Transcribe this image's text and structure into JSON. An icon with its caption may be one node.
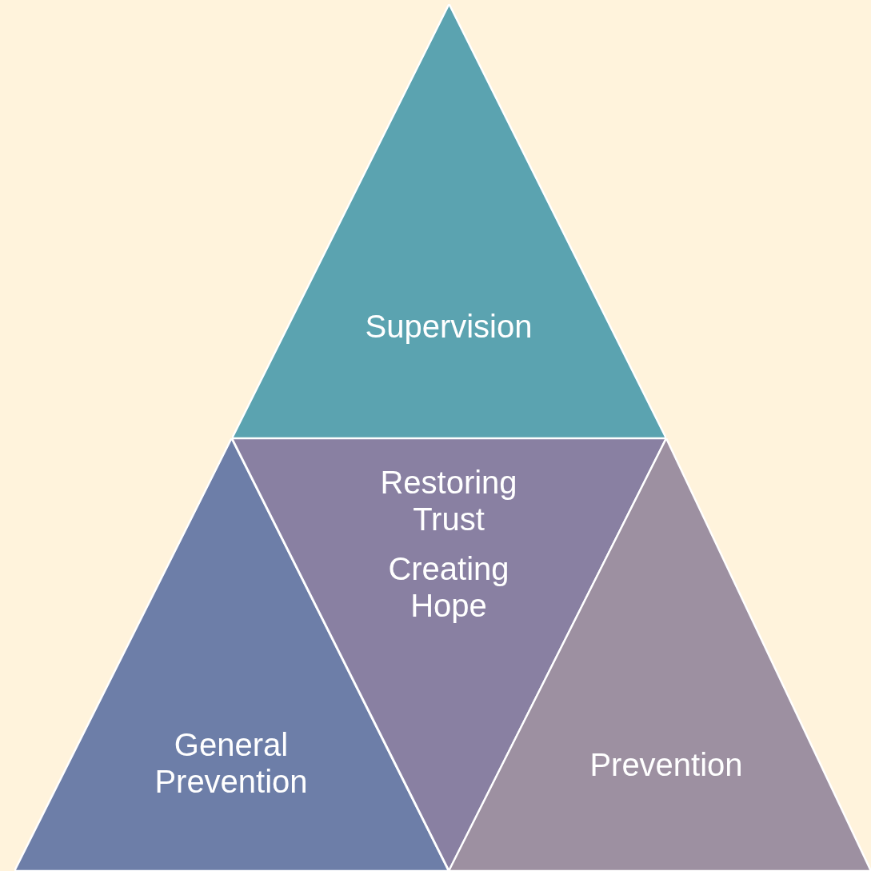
{
  "diagram": {
    "nodes": [
      {
        "text": [
          "Supervision"
        ]
      },
      {
        "text": [
          "General Prevention"
        ]
      },
      {
        "text": [
          "Restoring Trust",
          "Creating Hope"
        ]
      },
      {
        "text": [
          "Prevention"
        ]
      }
    ]
  }
}
